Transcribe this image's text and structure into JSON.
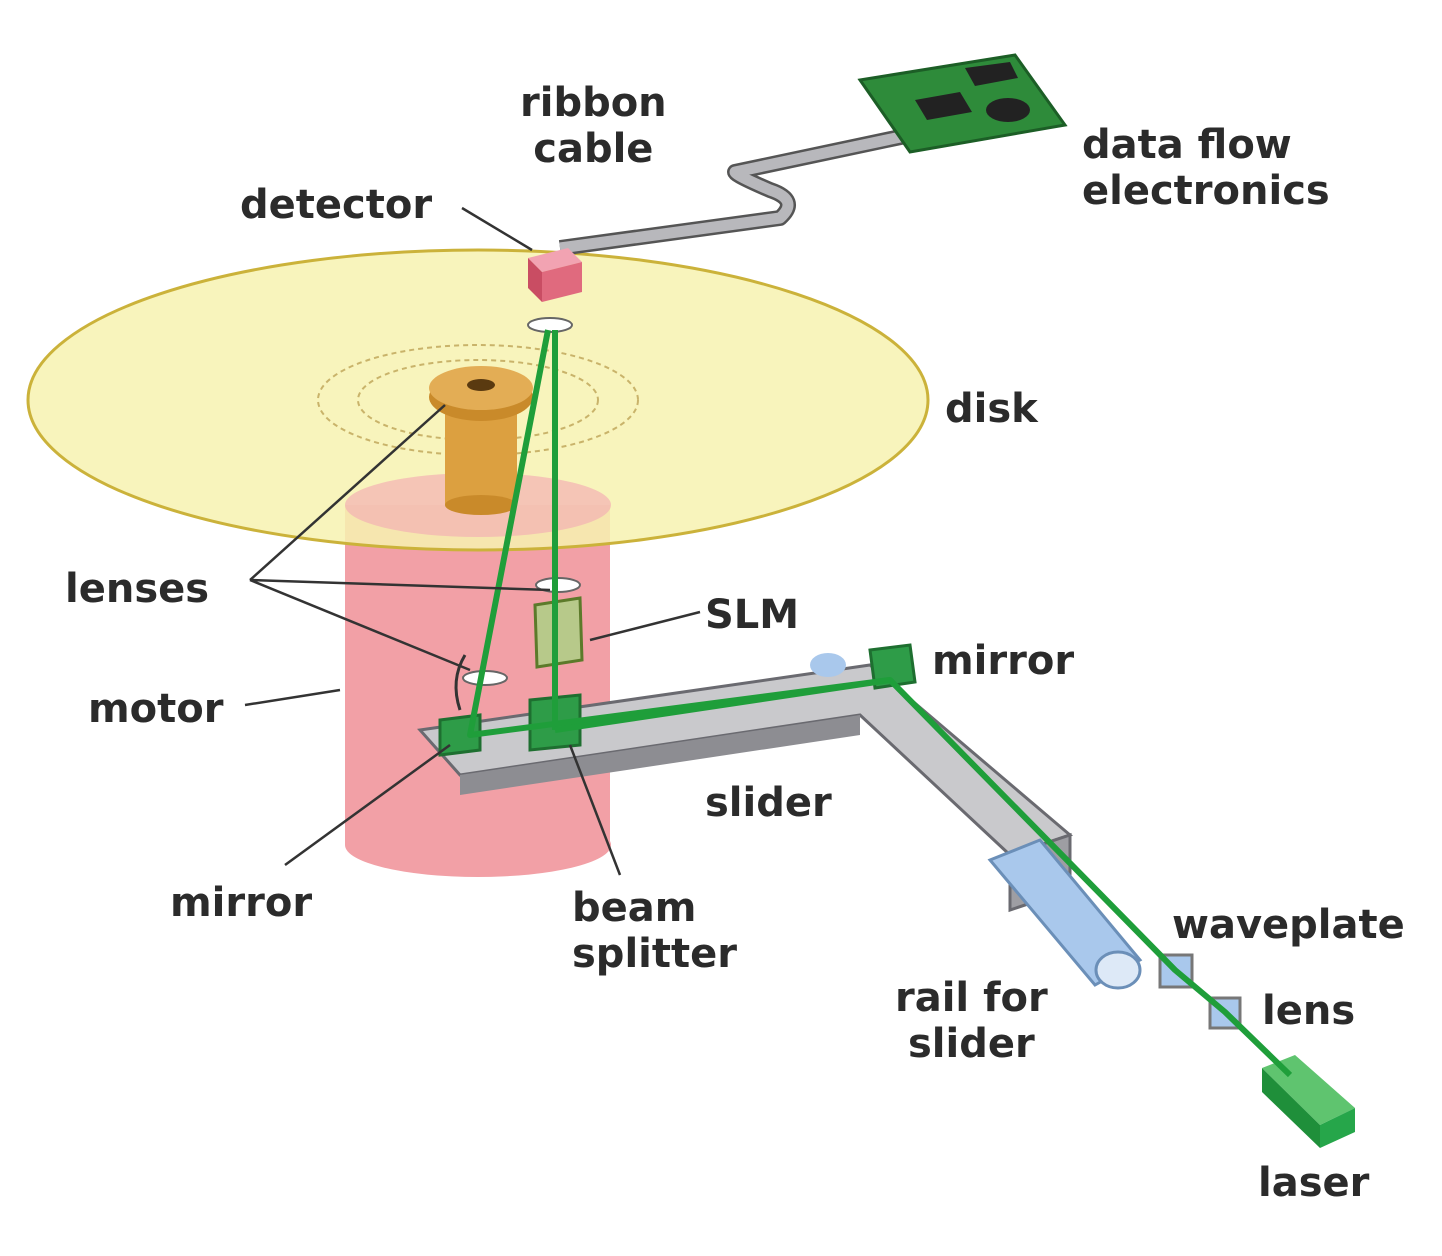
{
  "labels": {
    "ribbon_cable": [
      "ribbon",
      "cable"
    ],
    "data_flow_electronics": [
      "data flow",
      "electronics"
    ],
    "detector": "detector",
    "disk": "disk",
    "lenses": "lenses",
    "slm": "SLM",
    "mirror_top": "mirror",
    "motor": "motor",
    "slider": "slider",
    "mirror_bottom": "mirror",
    "beam_splitter": [
      "beam",
      "splitter"
    ],
    "waveplate": "waveplate",
    "rail_for_slider": [
      "rail for",
      "slider"
    ],
    "lens": "lens",
    "laser": "laser"
  },
  "colors": {
    "disk": "#f7f2b0",
    "motor": "#f2a0a6",
    "hub": "#dca040",
    "beam": "#1f9e3a",
    "slider": "#c9c9cc",
    "rail": "#a9c8ec",
    "board": "#2e8b3a",
    "detector": "#e06a7e",
    "laser": "#1f8f3a"
  }
}
